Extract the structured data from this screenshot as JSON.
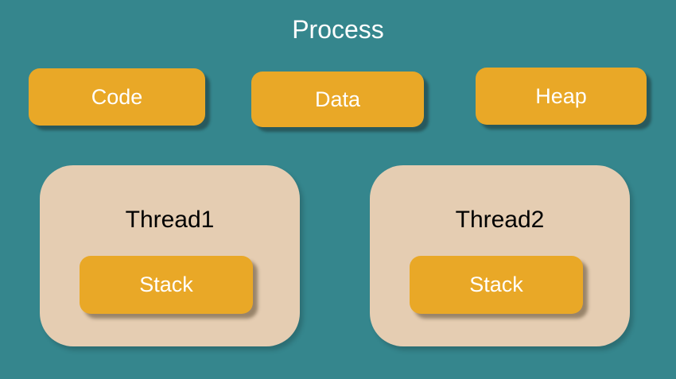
{
  "process": {
    "title": "Process",
    "segments": [
      {
        "label": "Code"
      },
      {
        "label": "Data"
      },
      {
        "label": "Heap"
      }
    ],
    "threads": [
      {
        "label": "Thread1",
        "stack_label": "Stack"
      },
      {
        "label": "Thread2",
        "stack_label": "Stack"
      }
    ]
  },
  "colors": {
    "background": "#35868D",
    "segment_fill": "#E9A827",
    "segment_text": "#FFFFFF",
    "thread_fill": "#E5CDB2",
    "thread_text": "#000000",
    "title_text": "#FFFFFF"
  }
}
